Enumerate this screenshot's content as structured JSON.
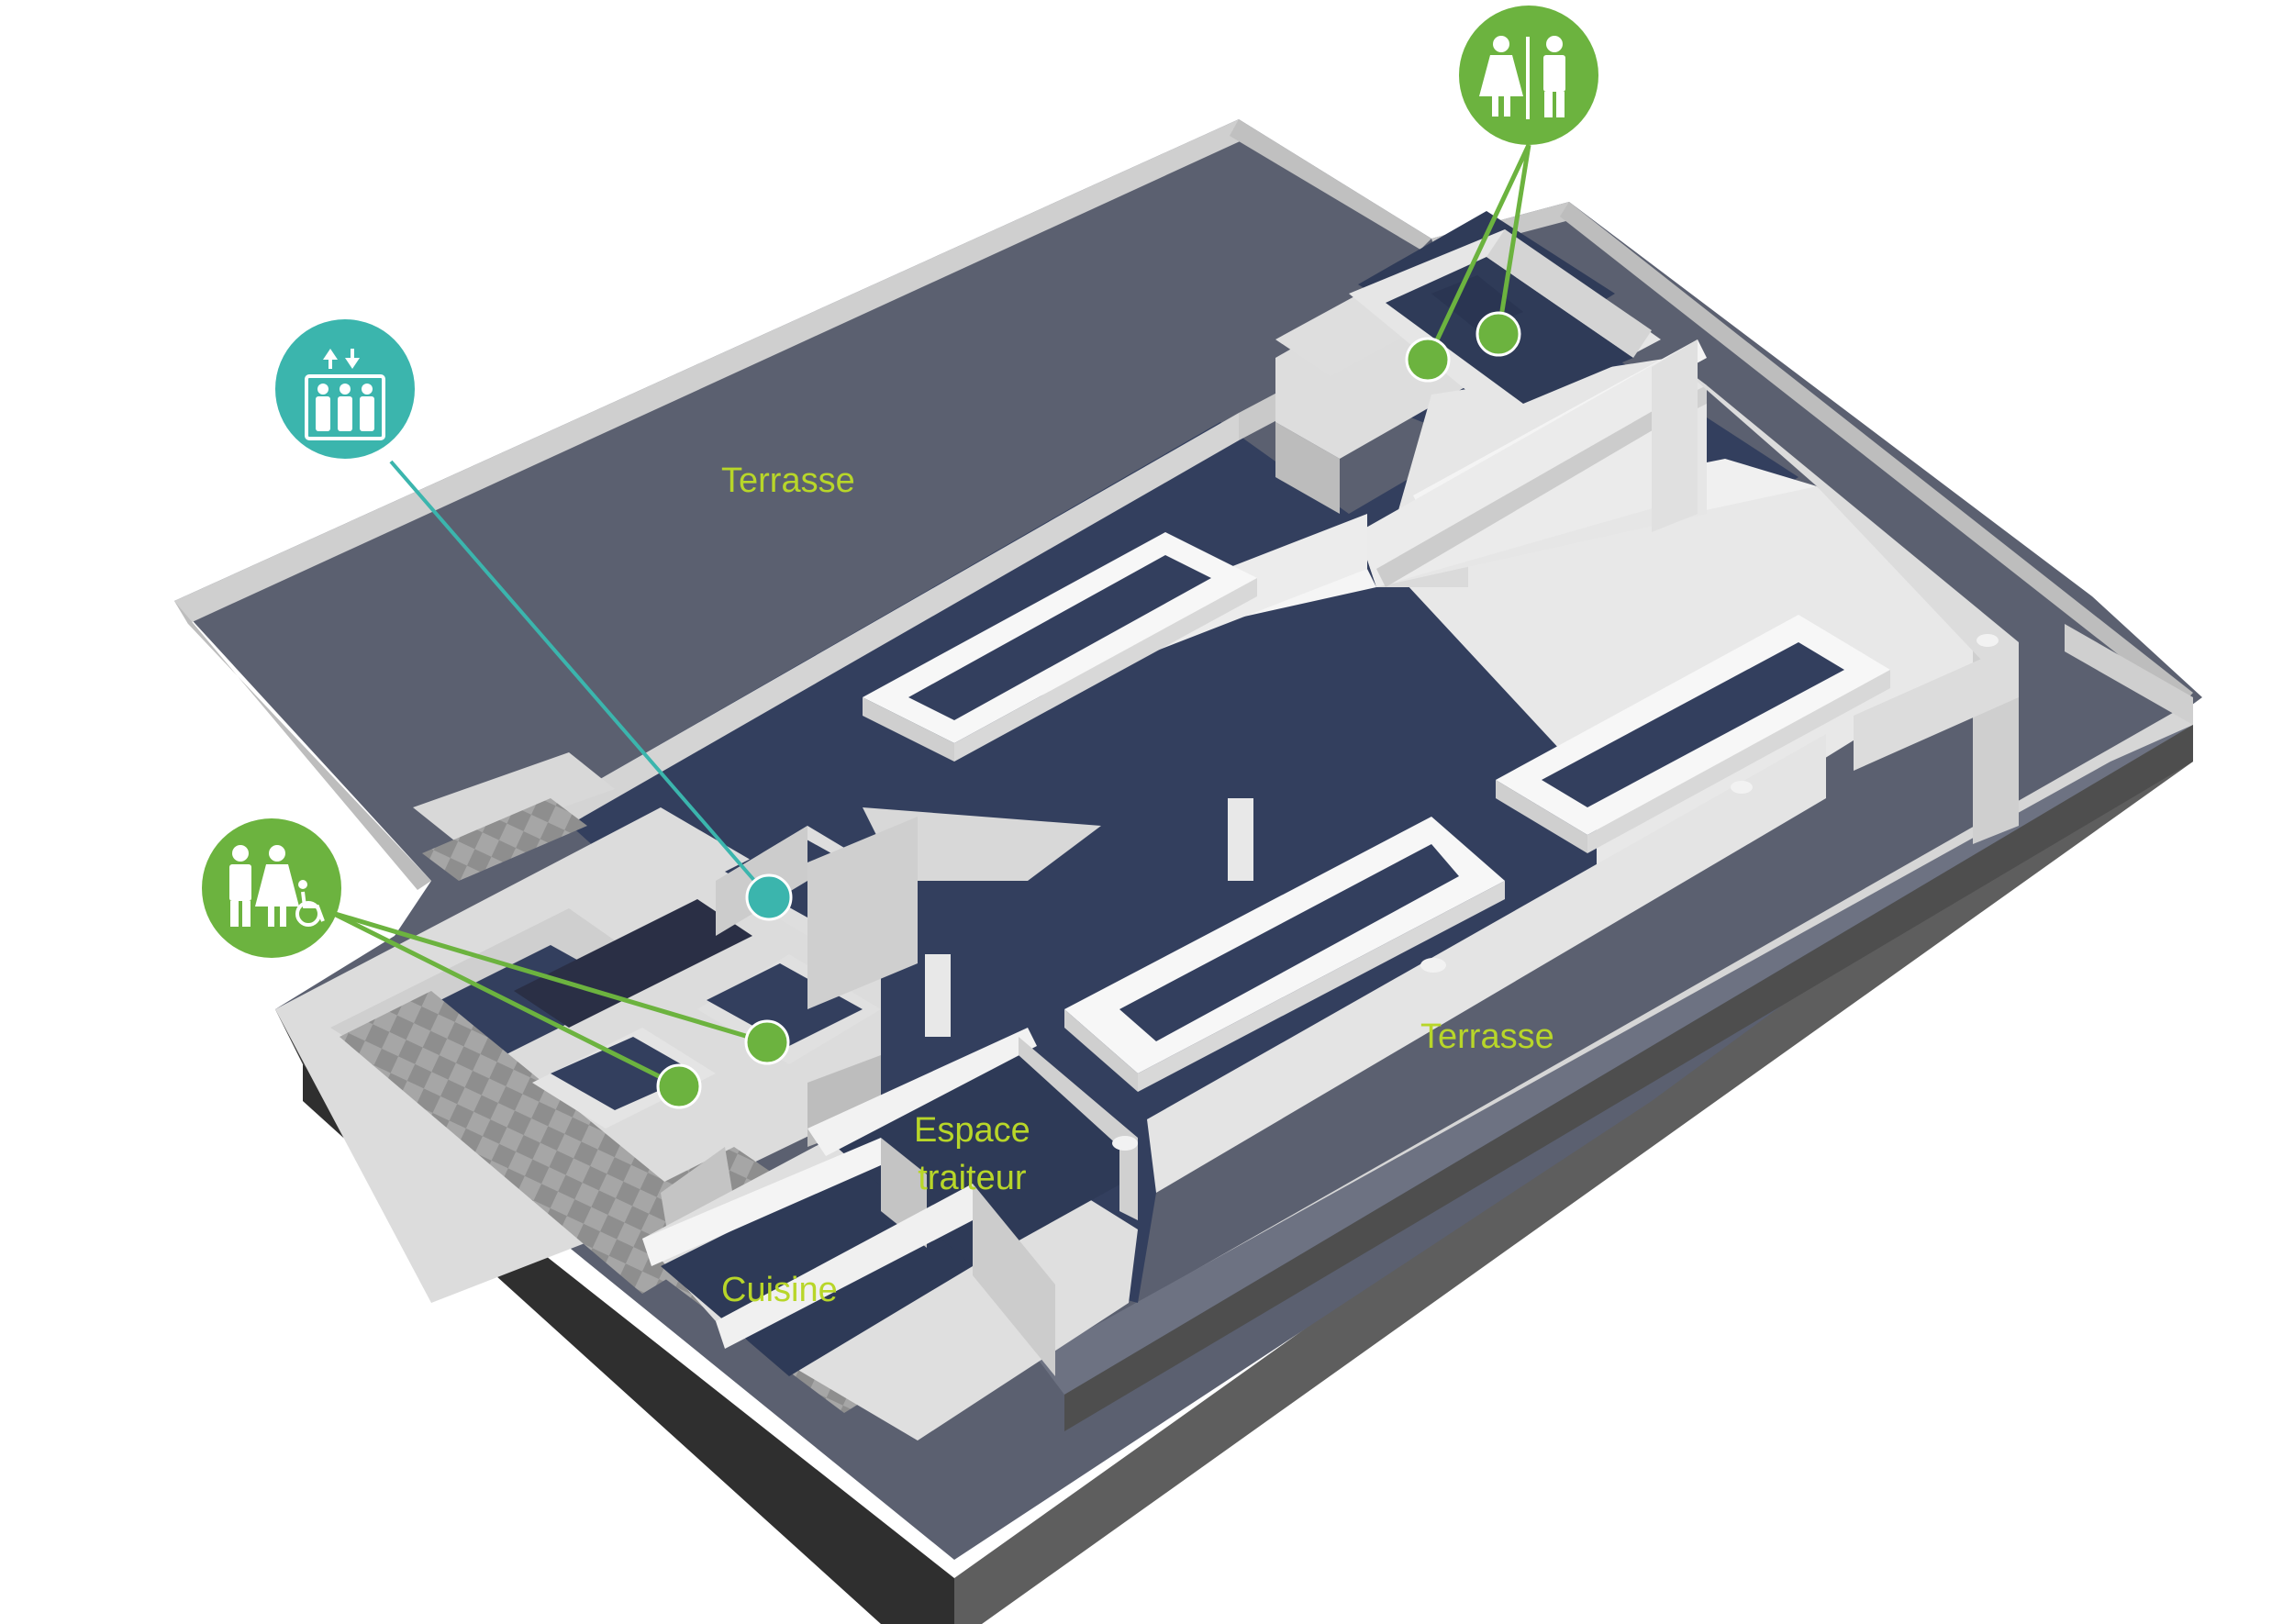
{
  "map": {
    "colors": {
      "floor": "#333f5e",
      "terrace": "#5b6070",
      "wall": "#e2e2e2",
      "wall_shade": "#bdbdbd",
      "base_dark": "#4a4a4a",
      "tile": "#9c9c9c",
      "label": "#b8d629",
      "marker_green": "#6cb33f",
      "marker_teal": "#3bb5ad"
    },
    "labels": {
      "terrasse_top": "Terrasse",
      "terrasse_bottom": "Terrasse",
      "espace_line1": "Espace",
      "espace_line2": "traiteur",
      "cuisine": "Cuisine"
    },
    "markers": [
      {
        "type": "restroom",
        "icon": "restroom-woman-man-icon",
        "color": "#6cb33f"
      },
      {
        "type": "elevator",
        "icon": "elevator-icon",
        "color": "#3bb5ad"
      },
      {
        "type": "accessible-restroom",
        "icon": "restroom-accessible-icon",
        "color": "#6cb33f"
      }
    ]
  }
}
